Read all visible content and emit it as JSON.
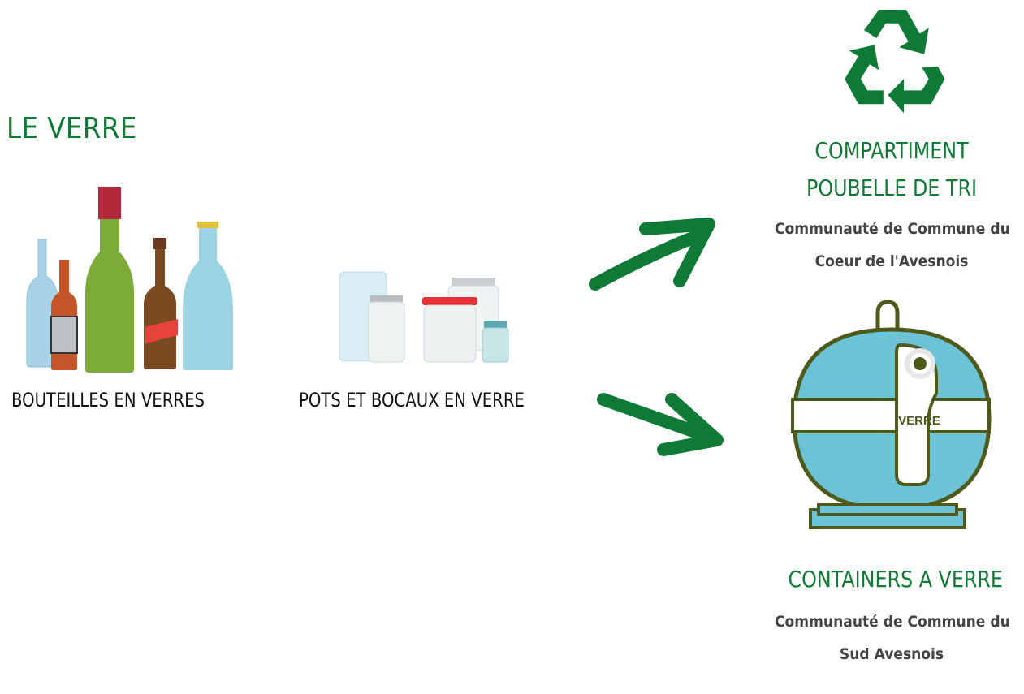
{
  "title": "LE VERRE",
  "items": [
    {
      "label": "BOUTEILLES EN VERRES"
    },
    {
      "label": "POTS ET BOCAUX EN VERRE"
    }
  ],
  "destinations": [
    {
      "heading_line1": "COMPARTIMENT",
      "heading_line2": "POUBELLE DE TRI",
      "sub_line1": "Communauté de Commune du",
      "sub_line2": "Coeur de l'Avesnois",
      "icon": "recycle-icon"
    },
    {
      "heading_line1": "CONTAINERS A VERRE",
      "sub_line1": "Communauté de Commune du",
      "sub_line2": "Sud Avesnois",
      "icon": "glass-container-icon"
    }
  ],
  "container_label": "VERRE",
  "colors": {
    "green": "#0f7a35",
    "container": "#6cc3d5",
    "outline": "#4d5a1c"
  }
}
